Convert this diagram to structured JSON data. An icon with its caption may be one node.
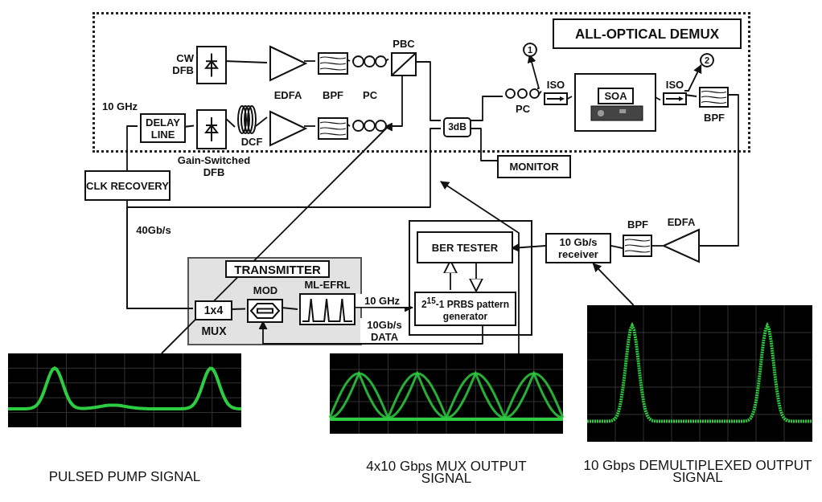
{
  "diagram": {
    "nodes": [
      {
        "text": [],
        "shape": "box"
      },
      {
        "text": [
          "ALL-OPTICAL DEMUX"
        ],
        "in": 0
      },
      {
        "text": [
          "CW DFB"
        ],
        "in": 0
      },
      {
        "text": [
          "EDFA"
        ],
        "in": 0
      },
      {
        "text": [
          "BPF"
        ],
        "in": 0
      },
      {
        "text": [
          "PC"
        ],
        "in": 0
      },
      {
        "text": [
          "PBC"
        ],
        "in": 0
      },
      {
        "text": [
          "DELAY LINE"
        ],
        "in": 0,
        "beside": [
          "10 GHz"
        ]
      },
      {
        "text": [
          "Gain-Switched DFB"
        ],
        "in": 0
      },
      {
        "text": [
          "DCF"
        ],
        "in": 0
      },
      {
        "text": [],
        "shape": "triangle",
        "in": 0
      },
      {
        "text": [],
        "shape": "box",
        "in": 0
      },
      {
        "text": [],
        "shape": "coil",
        "in": 0
      },
      {
        "text": [
          "3dB"
        ],
        "in": 0
      },
      {
        "text": [
          "PC"
        ],
        "in": 0
      },
      {
        "text": [
          "ISO"
        ],
        "in": 0
      },
      {
        "text": [
          "SOA"
        ],
        "in": 0
      },
      {
        "text": [
          "ISO"
        ],
        "in": 0
      },
      {
        "text": [
          "BPF"
        ],
        "in": 0
      },
      {
        "text": [
          "1"
        ],
        "in": 0
      },
      {
        "text": [
          "2"
        ],
        "in": 0
      },
      {
        "text": [
          "MONITOR"
        ]
      },
      {
        "text": [
          "CLK RECOVERY"
        ]
      },
      {
        "text": [
          "TRANSMITTER"
        ]
      },
      {
        "text": [
          "1x4"
        ],
        "in": 23,
        "beside": [
          "MUX"
        ]
      },
      {
        "text": [
          "MOD"
        ],
        "in": 23
      },
      {
        "text": [
          "ML-EFRL"
        ],
        "in": 23
      },
      {
        "text": [],
        "shape": "box"
      },
      {
        "text": [
          "BER TESTER"
        ],
        "in": 27
      },
      {
        "text": [
          "2$^{15}$-1 PRBS pattern generator"
        ],
        "in": 27
      },
      {
        "text": [
          "10 Gb/s receiver"
        ]
      },
      {
        "text": [
          "BPF"
        ]
      },
      {
        "text": [
          "EDFA"
        ]
      },
      {
        "text": [],
        "shape": "picture",
        "beside": [
          "PULSED PUMP SIGNAL"
        ]
      },
      {
        "text": [],
        "shape": "picture",
        "beside": [
          "4x10 Gbps MUX OUTPUT SIGNAL"
        ]
      },
      {
        "text": [],
        "shape": "picture",
        "beside": [
          "10 Gbps DEMULTIPLEXED OUTPUT SIGNAL"
        ]
      }
    ],
    "edges": [
      {
        "from": 2,
        "to": 3,
        "arrow": "none"
      },
      {
        "from": 3,
        "to": 4,
        "arrow": "none"
      },
      {
        "from": 4,
        "to": 5,
        "arrow": "none"
      },
      {
        "from": 5,
        "to": 6,
        "arrow": "none"
      },
      {
        "from": 22,
        "to": 7,
        "arrow": "none"
      },
      {
        "from": 7,
        "to": 8,
        "arrow": "none"
      },
      {
        "from": 8,
        "to": 9,
        "arrow": "none"
      },
      {
        "from": 9,
        "to": 10,
        "arrow": "none"
      },
      {
        "from": 10,
        "to": 11,
        "arrow": "none"
      },
      {
        "from": 11,
        "to": 12,
        "arrow": "none"
      },
      {
        "from": 12,
        "to": 6,
        "arrow": "none"
      },
      {
        "from": 6,
        "to": 13,
        "arrow": "none"
      },
      {
        "from": 13,
        "to": 14,
        "arrow": "none"
      },
      {
        "from": 14,
        "to": 15,
        "arrow": "none"
      },
      {
        "from": 15,
        "to": 16,
        "arrow": "none"
      },
      {
        "from": 16,
        "to": 17,
        "arrow": "none"
      },
      {
        "from": 17,
        "to": 18,
        "arrow": "none"
      },
      {
        "from": 13,
        "to": 21,
        "arrow": "none"
      },
      {
        "from": 18,
        "to": 32,
        "arrow": "none"
      },
      {
        "from": 32,
        "to": 31,
        "arrow": "none"
      },
      {
        "from": 31,
        "to": 30,
        "arrow": "none"
      },
      {
        "from": 30,
        "to": 28,
        "arrow": "to"
      },
      {
        "from": 29,
        "to": 28,
        "arrow": "to"
      },
      {
        "from": 28,
        "to": 29,
        "arrow": "to"
      },
      {
        "from": 26,
        "to": 29,
        "label": "10 GHz",
        "arrow": "to"
      },
      {
        "from": 29,
        "to": 25,
        "label": "10Gb/s DATA",
        "arrow": "to"
      },
      {
        "from": 26,
        "to": 25,
        "arrow": "none"
      },
      {
        "from": 25,
        "to": 24,
        "arrow": "none"
      },
      {
        "from": 24,
        "to": 13,
        "label": "40Gb/s",
        "arrow": "none"
      },
      {
        "from": 24,
        "to": 22,
        "arrow": "none"
      },
      {
        "from": 14,
        "to": 19,
        "arrow": "to"
      },
      {
        "from": 17,
        "to": 20,
        "arrow": "to"
      },
      {
        "from": 33,
        "to": 12,
        "arrow": "to"
      },
      {
        "from": 34,
        "to": null,
        "arrow": "to"
      },
      {
        "from": 35,
        "to": 30,
        "arrow": "to"
      }
    ]
  }
}
